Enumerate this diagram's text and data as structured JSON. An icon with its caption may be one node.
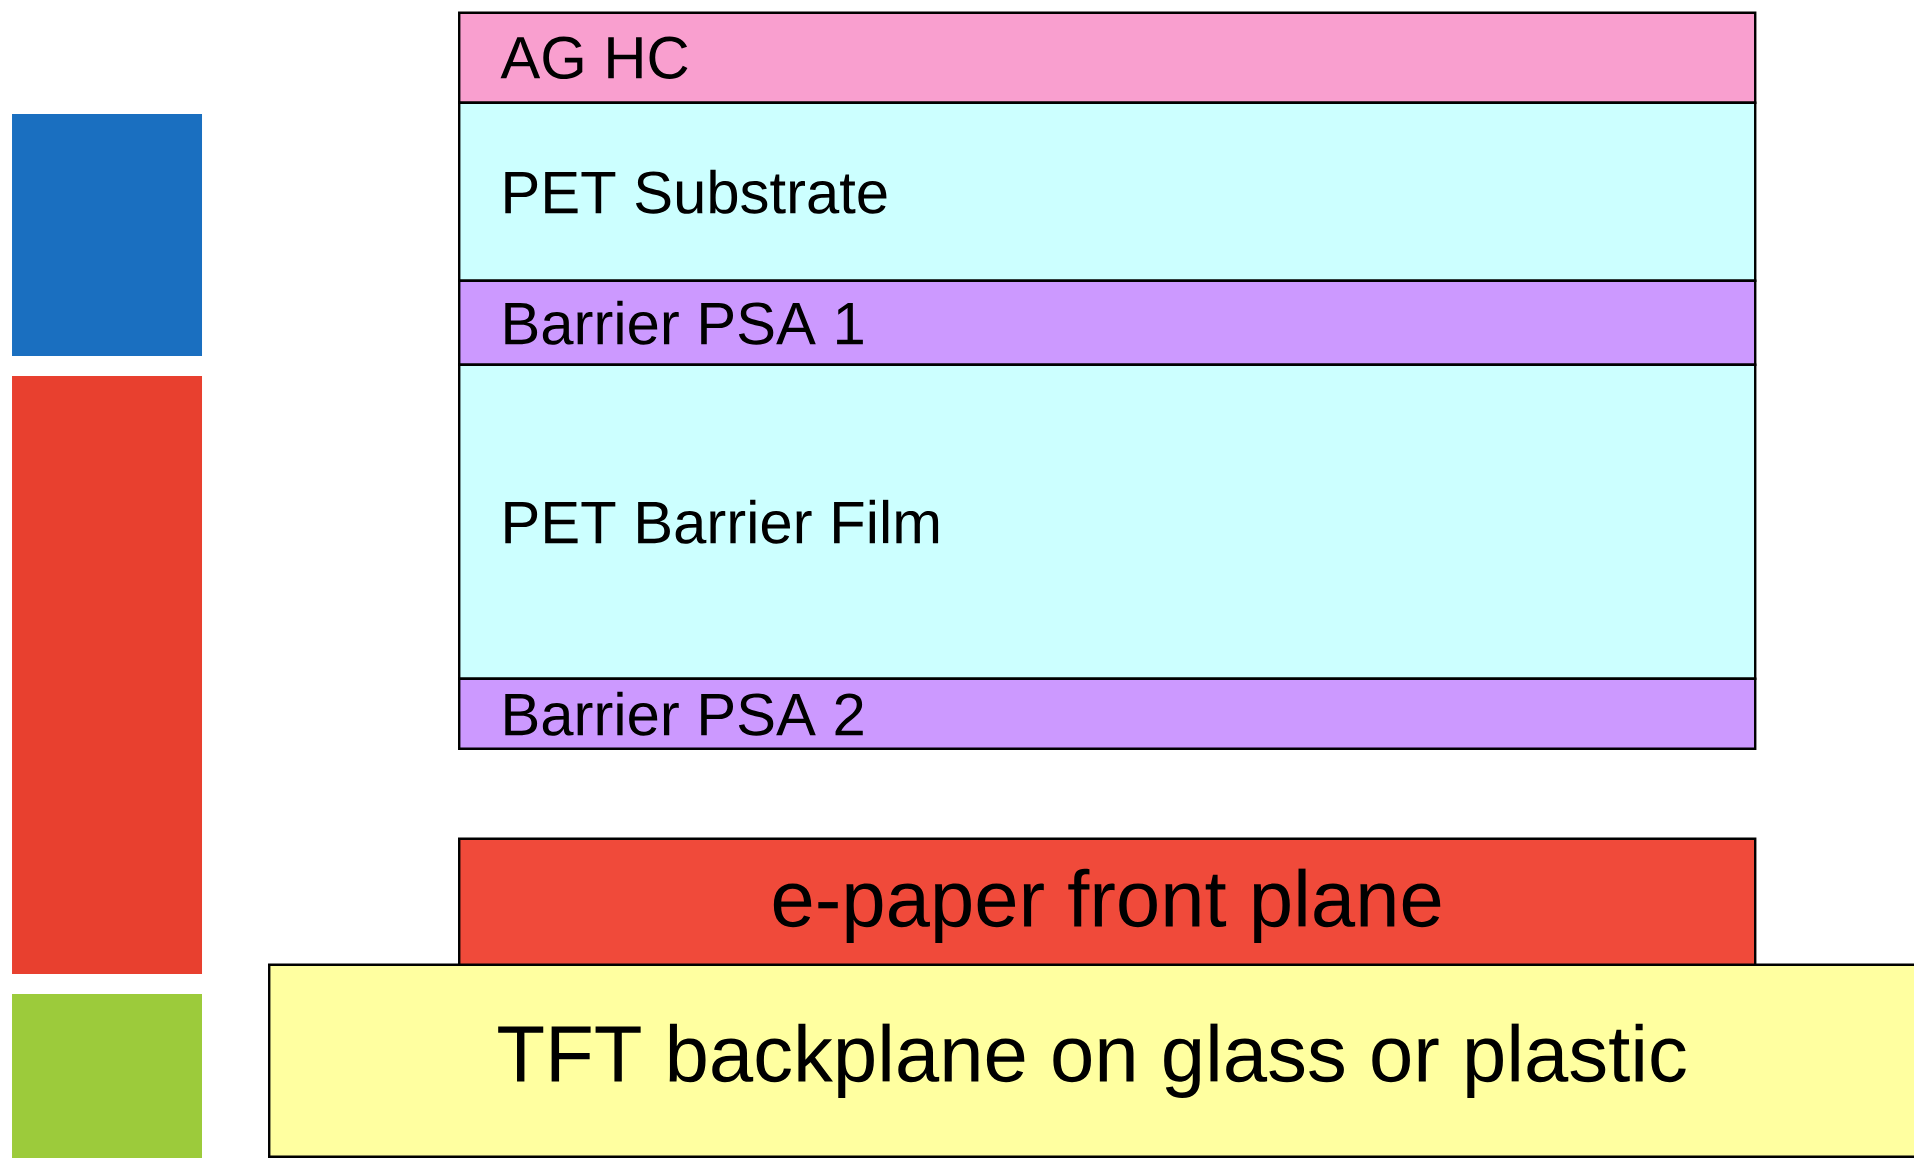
{
  "diagram": {
    "nodes": [
      {
        "text": [
          "AG HC"
        ]
      },
      {
        "text": [
          "PET Substrate"
        ]
      },
      {
        "text": [
          "Barrier PSA 1"
        ]
      },
      {
        "text": [
          "PET Barrier Film"
        ]
      },
      {
        "text": [
          "Barrier PSA 2"
        ]
      },
      {
        "text": [
          "e-paper front plane"
        ]
      },
      {
        "text": [
          "TFT backplane on glass or plastic"
        ]
      }
    ]
  }
}
